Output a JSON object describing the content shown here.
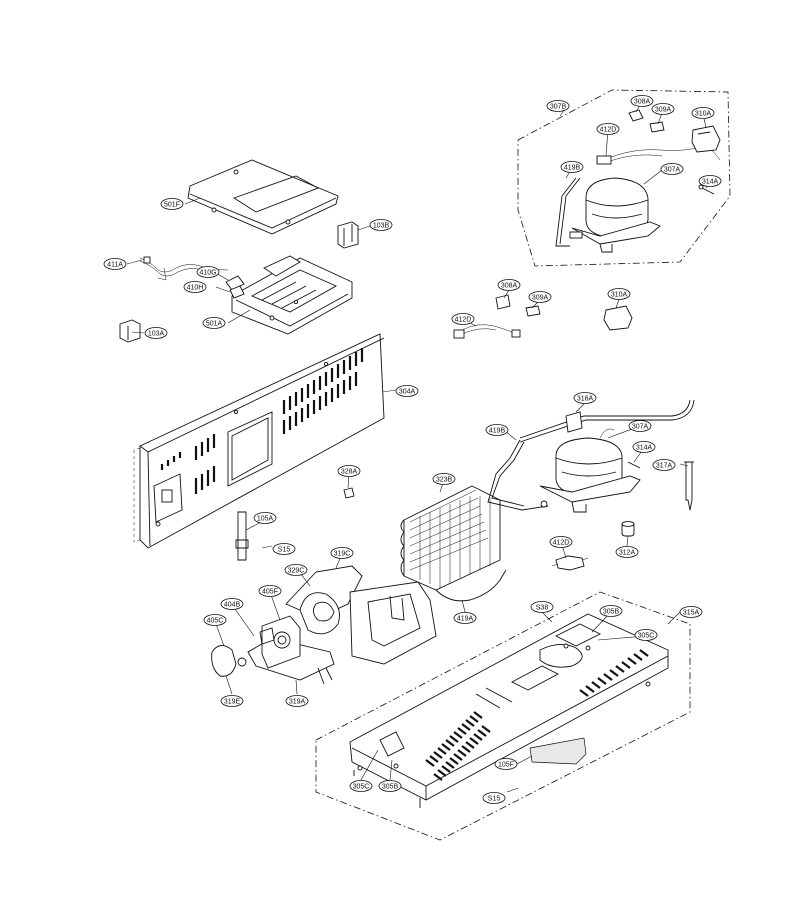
{
  "labels": [
    {
      "id": "307B",
      "text": "307B"
    },
    {
      "id": "308A_top",
      "text": "308A"
    },
    {
      "id": "309A_top",
      "text": "309A"
    },
    {
      "id": "310A_top",
      "text": "310A"
    },
    {
      "id": "412D_top",
      "text": "412D"
    },
    {
      "id": "419B_top",
      "text": "419B"
    },
    {
      "id": "307A_top",
      "text": "307A"
    },
    {
      "id": "314A_top",
      "text": "314A"
    },
    {
      "id": "501F",
      "text": "501F"
    },
    {
      "id": "103B",
      "text": "103B"
    },
    {
      "id": "411A",
      "text": "411A"
    },
    {
      "id": "410G",
      "text": "410G"
    },
    {
      "id": "410H",
      "text": "410H"
    },
    {
      "id": "501A",
      "text": "501A"
    },
    {
      "id": "103A",
      "text": "103A"
    },
    {
      "id": "308A_mid",
      "text": "308A"
    },
    {
      "id": "309A_mid",
      "text": "309A"
    },
    {
      "id": "310A_mid",
      "text": "310A"
    },
    {
      "id": "412D_mid",
      "text": "412D"
    },
    {
      "id": "304A",
      "text": "304A"
    },
    {
      "id": "316A",
      "text": "316A"
    },
    {
      "id": "419B_mid",
      "text": "419B"
    },
    {
      "id": "307A_mid",
      "text": "307A"
    },
    {
      "id": "314A_mid",
      "text": "314A"
    },
    {
      "id": "317A",
      "text": "317A"
    },
    {
      "id": "328A",
      "text": "328A"
    },
    {
      "id": "323B",
      "text": "323B"
    },
    {
      "id": "105A",
      "text": "105A"
    },
    {
      "id": "S15_top",
      "text": "S15"
    },
    {
      "id": "319C",
      "text": "319C"
    },
    {
      "id": "329C",
      "text": "329C"
    },
    {
      "id": "412D_low",
      "text": "412D"
    },
    {
      "id": "312A",
      "text": "312A"
    },
    {
      "id": "405F",
      "text": "405F"
    },
    {
      "id": "404B",
      "text": "404B"
    },
    {
      "id": "405C",
      "text": "405C"
    },
    {
      "id": "419A",
      "text": "419A"
    },
    {
      "id": "S38",
      "text": "S38"
    },
    {
      "id": "305B_top",
      "text": "305B"
    },
    {
      "id": "315A",
      "text": "315A"
    },
    {
      "id": "305C_top",
      "text": "305C"
    },
    {
      "id": "319E",
      "text": "319E"
    },
    {
      "id": "319A",
      "text": "319A"
    },
    {
      "id": "105F",
      "text": "105F"
    },
    {
      "id": "305C_bot",
      "text": "305C"
    },
    {
      "id": "305B_bot",
      "text": "305B"
    },
    {
      "id": "S15_bot",
      "text": "S15"
    }
  ]
}
